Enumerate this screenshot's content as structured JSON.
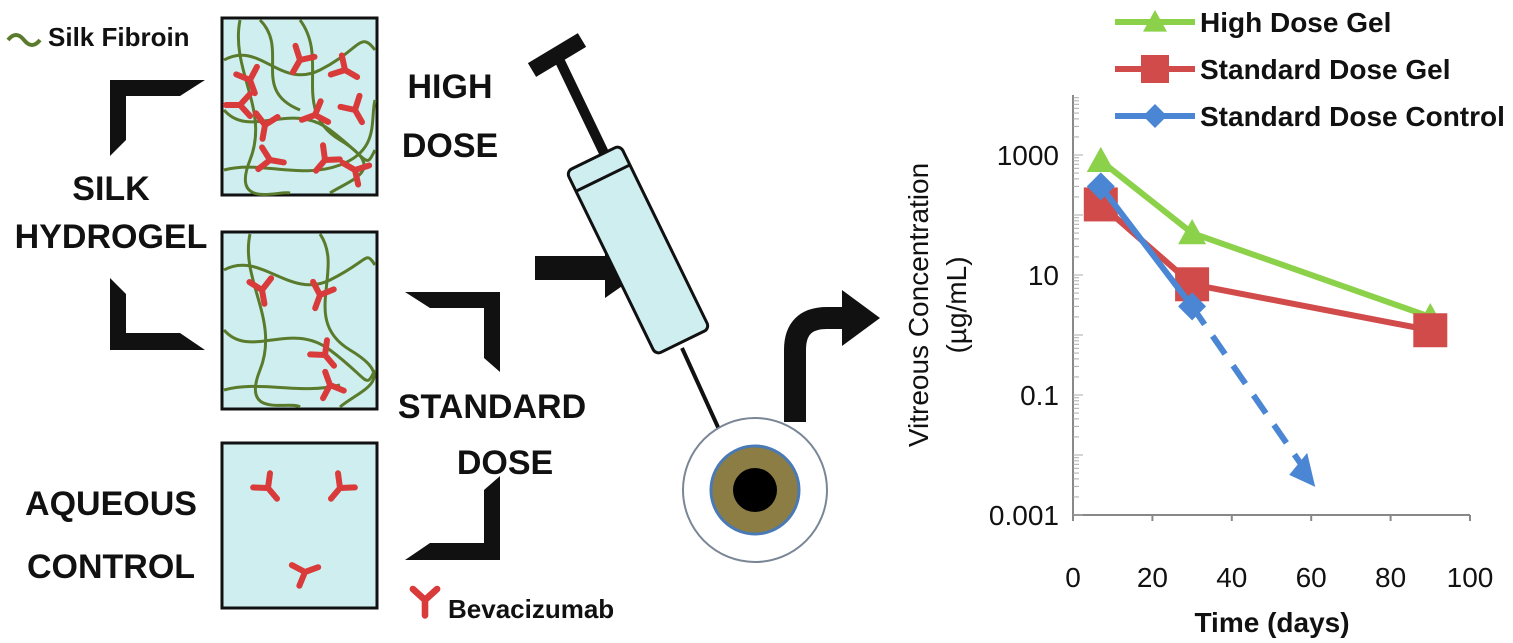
{
  "diagram": {
    "labels": {
      "silk_fibroin": "Silk Fibroin",
      "bevacizumab": "Bevacizumab",
      "silk_hydrogel_1": "SILK",
      "silk_hydrogel_2": "HYDROGEL",
      "aqueous_control_1": "AQUEOUS",
      "aqueous_control_2": "CONTROL",
      "high_dose_1": "HIGH",
      "high_dose_2": "DOSE",
      "standard_dose_1": "STANDARD",
      "standard_dose_2": "DOSE"
    },
    "colors": {
      "fibroin": "#5a7a2c",
      "antibody": "#d93a3a",
      "gel_fill": "#cfeef0",
      "syringe_fill": "#cfeef0",
      "eye_ring": "#8c7d45",
      "eye_outline": "#4a7ab5"
    }
  },
  "chart_data": {
    "type": "line",
    "title": "",
    "xlabel": "Time (days)",
    "ylabel_line1": "Vitreous Concentration",
    "ylabel_line2": "(µg/mL)",
    "x_ticks": [
      0,
      20,
      40,
      60,
      80,
      100
    ],
    "y_ticks": [
      {
        "value": 1000,
        "label": "1000"
      },
      {
        "value": 10,
        "label": "10"
      },
      {
        "value": 0.1,
        "label": "0.1"
      },
      {
        "value": 0.001,
        "label": "0.001"
      }
    ],
    "xlim": [
      0,
      100
    ],
    "ylim": [
      0.001,
      10000
    ],
    "y_scale": "log",
    "legend_position": "top",
    "series": [
      {
        "name": "High Dose Gel",
        "color": "#8cd14a",
        "marker": "triangle",
        "x": [
          7,
          30,
          90
        ],
        "y": [
          800,
          50,
          2
        ],
        "extrapolated_to": null
      },
      {
        "name": "Standard Dose Gel",
        "color": "#d24b4b",
        "marker": "square",
        "x": [
          7,
          30,
          90
        ],
        "y": [
          150,
          7,
          1.2
        ],
        "extrapolated_to": null
      },
      {
        "name": "Standard Dose Control",
        "color": "#4a86d4",
        "marker": "diamond",
        "x": [
          7,
          30
        ],
        "y": [
          300,
          3
        ],
        "extrapolated_to": {
          "x": 60,
          "y": 0.004
        }
      }
    ]
  }
}
